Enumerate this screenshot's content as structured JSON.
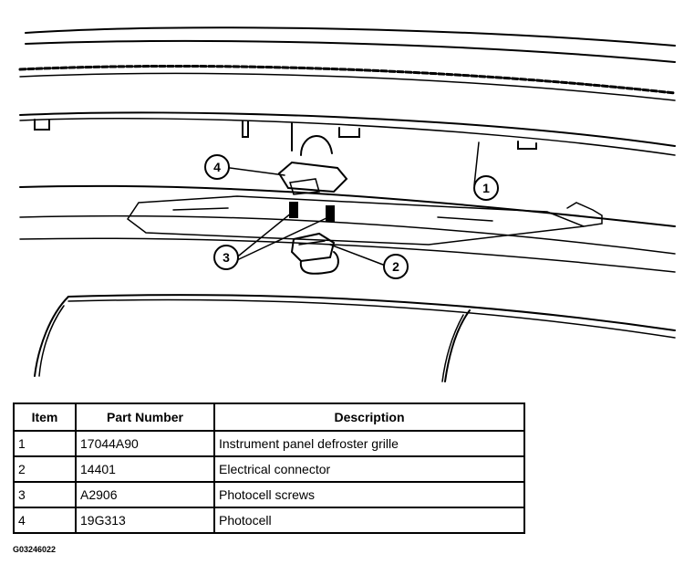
{
  "callouts": [
    {
      "label": "1"
    },
    {
      "label": "2"
    },
    {
      "label": "3"
    },
    {
      "label": "4"
    }
  ],
  "table": {
    "headers": [
      "Item",
      "Part Number",
      "Description"
    ],
    "rows": [
      [
        "1",
        "17044A90",
        "Instrument panel defroster grille"
      ],
      [
        "2",
        "14401",
        "Electrical connector"
      ],
      [
        "3",
        "A2906",
        "Photocell screws"
      ],
      [
        "4",
        "19G313",
        "Photocell"
      ]
    ]
  },
  "figure_id": "G03246022"
}
